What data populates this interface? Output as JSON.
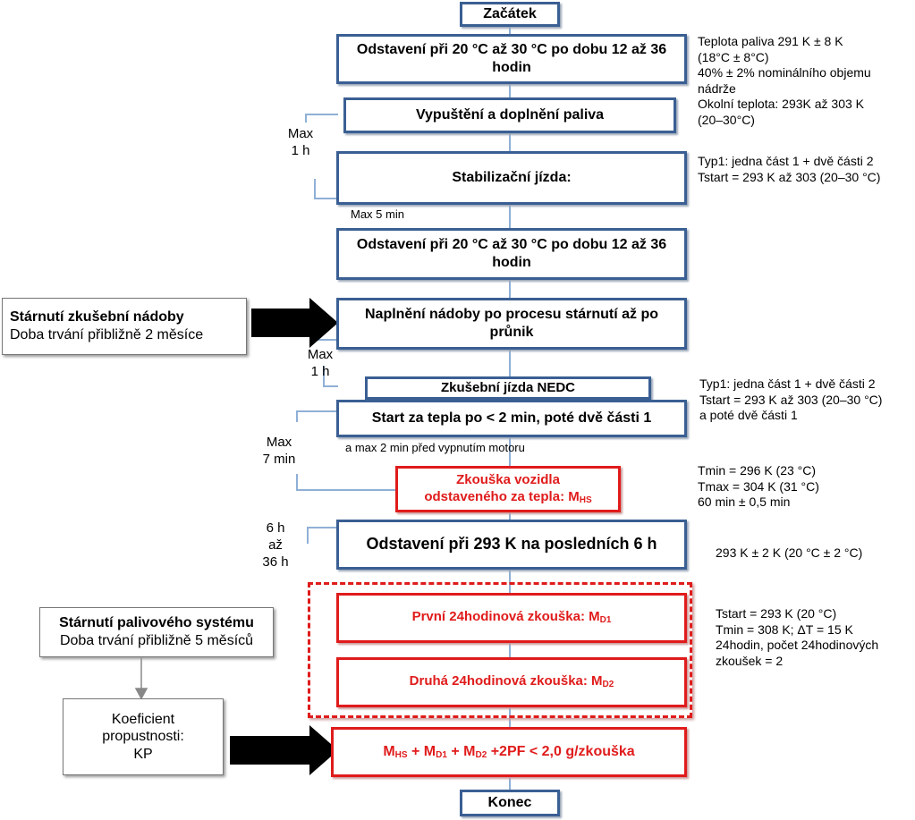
{
  "boxes": {
    "start": "Začátek",
    "soak1": "Odstavení při 20 °C až 30 °C po dobu 12 až 36 hodin",
    "drain": "Vypuštění a doplnění paliva",
    "stab": "Stabilizační jízda:",
    "soak2": "Odstavení při 20 °C až 30 °C po dobu 12 až 36 hodin",
    "fill": "Naplnění nádoby po procesu stárnutí až po průnik",
    "nedc": "Zkušební jízda NEDC",
    "hotstart": "Start za tepla po < 2 min, poté dvě části 1",
    "hs_line1": "Zkouška vozidla",
    "hs_line2": "odstaveného za tepla: M",
    "hs_sub": "HS",
    "soak3": "Odstavení při 293 K na posledních 6 h",
    "d1_text": "První 24hodinová zkouška: M",
    "d1_sub": "D1",
    "d2_text": "Druhá 24hodinová zkouška: M",
    "d2_sub": "D2",
    "sum_m": "M",
    "sum_hs": "HS",
    "sum_plus1": " + M",
    "sum_d1": "D1",
    "sum_plus2": " + M",
    "sum_d2": "D2",
    "sum_rest": " +2PF < 2,0 g/zkouška",
    "end": "Konec"
  },
  "side_boxes": {
    "aging_title": "Stárnutí zkušební nádoby",
    "aging_text": "Doba trvání přibližně 2 měsíce",
    "fuel_title": "Stárnutí palivového systému",
    "fuel_text": "Doba trvání přibližně 5 měsíců",
    "kp_line1": "Koeficient",
    "kp_line2": "propustnosti:",
    "kp_line3": "KP"
  },
  "time_labels": {
    "max1h_a": [
      "Max",
      "1 h"
    ],
    "max5min": "Max 5 min",
    "max1h_b": [
      "Max",
      "1 h"
    ],
    "max2min": "a max 2 min před vypnutím motoru",
    "max7min": [
      "Max",
      "7 min"
    ],
    "h6_36": [
      "6 h",
      "až",
      "36 h"
    ]
  },
  "notes": {
    "n1": [
      "Teplota paliva 291 K ± 8 K",
      "(18°C ± 8°C)",
      "40% ± 2% nominálního objemu",
      "nádrže",
      "Okolní teplota: 293K až 303 K",
      "(20–30°C)"
    ],
    "n2": [
      "Typ1: jedna část 1 + dvě části 2",
      "Tstart = 293 K až 303 (20–30 °C)"
    ],
    "n3": [
      "Typ1: jedna část 1 + dvě části 2",
      "Tstart = 293 K až 303 (20–30 °C)",
      "a poté dvě části 1"
    ],
    "n4": [
      "Tmin = 296 K (23 °C)",
      "Tmax = 304 K (31 °C)",
      "60 min ± 0,5 min"
    ],
    "n5": [
      "293 K ± 2 K (20 °C ± 2 °C)"
    ],
    "n6": [
      "Tstart = 293 K (20 °C)",
      "Tmin = 308 K; ΔT = 15 K",
      "24hodin, počet 24hodinových",
      "zkoušek = 2"
    ]
  },
  "colors": {
    "blue_border": "#3a5f93",
    "red": "#e01b1b",
    "connector": "#8fb0d6"
  }
}
